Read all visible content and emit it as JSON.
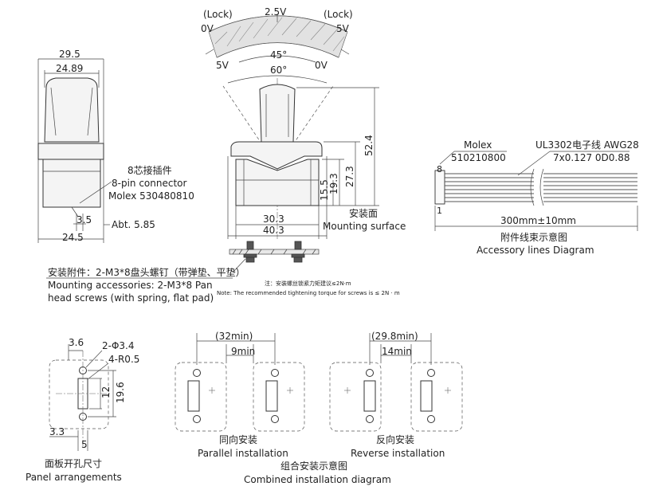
{
  "arc": {
    "lock_left": "(Lock)",
    "lock_right": "(Lock)",
    "v_top": "2.5V",
    "v_left_top": "0V",
    "v_right_top": "5V",
    "v_left_bottom": "5V",
    "v_right_bottom": "0V",
    "angle_inner": "45°",
    "angle_outer": "60°"
  },
  "side_view": {
    "dim_width_top": "29.5",
    "dim_width_inner": "24.89",
    "dim_3_5": "3.5",
    "dim_24_5": "24.5",
    "connector_cn": "8芯接插件",
    "connector_en": "8-pin connector",
    "connector_model": "Molex 530480810",
    "abt": "Abt. 5.85"
  },
  "front_view": {
    "dim_52_4": "52.4",
    "dim_27_3": "27.3",
    "dim_19_3": "19.3",
    "dim_15_5": "15.5",
    "dim_30_3": "30.3",
    "dim_40_3": "40.3",
    "mounting_cn": "安装面",
    "mounting_en": "Mounting surface"
  },
  "accessories": {
    "cn": "安装附件：2-M3*8盘头螺钉（带弹垫、平垫）",
    "en_line1": "Mounting accessories: 2-M3*8 Pan",
    "en_line2": "head screws (with spring, flat pad)",
    "note_cn": "注：安装螺丝锁紧力矩建议≤2N·m",
    "note_en": "Note: The recommended tightening torque for screws is ≤ 2N · m"
  },
  "cable": {
    "molex": "Molex",
    "molex_model": "510210800",
    "wire_type": "UL3302电子线 AWG28",
    "wire_spec": "7x0.127 0D0.88",
    "pin_top": "8",
    "pin_bottom": "1",
    "length": "300mm±10mm",
    "title_cn": "附件线束示意图",
    "title_en": "Accessory lines Diagram"
  },
  "panel": {
    "dim_3_6": "3.6",
    "hole": "2-Φ3.4",
    "radius": "4-R0.5",
    "dim_12": "12",
    "dim_19_6": "19.6",
    "dim_3_3": "3.3",
    "dim_5": "5",
    "title_cn": "面板开孔尺寸",
    "title_en": "Panel arrangements"
  },
  "parallel": {
    "dim_min_outer": "(32min)",
    "dim_min_inner": "9min",
    "title_cn": "同向安装",
    "title_en": "Parallel installation"
  },
  "reverse": {
    "dim_min_outer": "(29.8min)",
    "dim_min_inner": "14min",
    "title_cn": "反向安装",
    "title_en": "Reverse installation"
  },
  "combined": {
    "title_cn": "组合安装示意图",
    "title_en": "Combined installation diagram"
  }
}
